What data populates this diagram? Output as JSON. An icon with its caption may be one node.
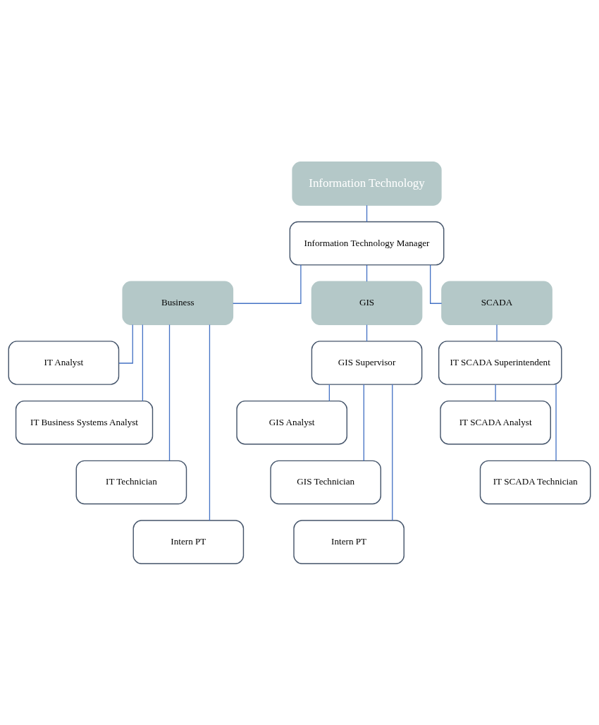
{
  "diagram": {
    "nodes": [
      {
        "text": [
          "Information Technology"
        ]
      },
      {
        "text": [
          "Information Technology Manager"
        ]
      },
      {
        "text": [
          "Business"
        ]
      },
      {
        "text": [
          "GIS"
        ]
      },
      {
        "text": [
          "SCADA"
        ]
      },
      {
        "text": [
          "IT Analyst"
        ]
      },
      {
        "text": [
          "IT Business Systems Analyst"
        ]
      },
      {
        "text": [
          "IT Technician"
        ]
      },
      {
        "text": [
          "Intern PT"
        ]
      },
      {
        "text": [
          "GIS Supervisor"
        ]
      },
      {
        "text": [
          "GIS Analyst"
        ]
      },
      {
        "text": [
          "GIS Technician"
        ]
      },
      {
        "text": [
          "Intern PT"
        ]
      },
      {
        "text": [
          "IT SCADA Superintendent"
        ]
      },
      {
        "text": [
          "IT SCADA Analyst"
        ]
      },
      {
        "text": [
          "IT SCADA Technician"
        ]
      }
    ],
    "edges": [
      {
        "from": 0,
        "to": 1,
        "arrow": "none"
      },
      {
        "from": 1,
        "to": 2,
        "arrow": "none"
      },
      {
        "from": 1,
        "to": 3,
        "arrow": "none"
      },
      {
        "from": 1,
        "to": 4,
        "arrow": "none"
      },
      {
        "from": 2,
        "to": 5,
        "arrow": "none"
      },
      {
        "from": 2,
        "to": 6,
        "arrow": "none"
      },
      {
        "from": 2,
        "to": 7,
        "arrow": "none"
      },
      {
        "from": 2,
        "to": 8,
        "arrow": "none"
      },
      {
        "from": 3,
        "to": 9,
        "arrow": "none"
      },
      {
        "from": 9,
        "to": 10,
        "arrow": "none"
      },
      {
        "from": 9,
        "to": 11,
        "arrow": "none"
      },
      {
        "from": 9,
        "to": 12,
        "arrow": "none"
      },
      {
        "from": 4,
        "to": 13,
        "arrow": "none"
      },
      {
        "from": 13,
        "to": 14,
        "arrow": "none"
      },
      {
        "from": 13,
        "to": 15,
        "arrow": "none"
      }
    ]
  }
}
